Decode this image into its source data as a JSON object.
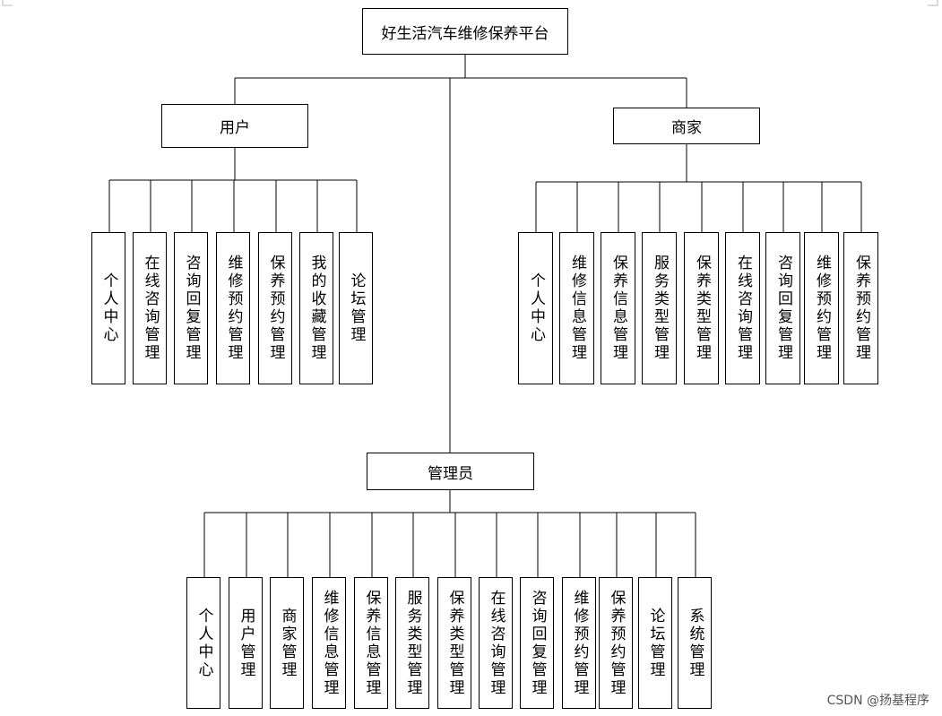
{
  "root": {
    "label": "好生活汽车维修保养平台"
  },
  "user": {
    "label": "用户",
    "children": [
      "个人中心",
      "在线咨询管理",
      "咨询回复管理",
      "维修预约管理",
      "保养预约管理",
      "我的收藏管理",
      "论坛管理"
    ]
  },
  "merchant": {
    "label": "商家",
    "children": [
      "个人中心",
      "维修信息管理",
      "保养信息管理",
      "服务类型管理",
      "保养类型管理",
      "在线咨询管理",
      "咨询回复管理",
      "维修预约管理",
      "保养预约管理"
    ]
  },
  "admin": {
    "label": "管理员",
    "children": [
      "个人中心",
      "用户管理",
      "商家管理",
      "维修信息管理",
      "保养信息管理",
      "服务类型管理",
      "保养类型管理",
      "在线咨询管理",
      "咨询回复管理",
      "维修预约管理",
      "保养预约管理",
      "论坛管理",
      "系统管理"
    ]
  },
  "watermark": "CSDN @扬基程序"
}
